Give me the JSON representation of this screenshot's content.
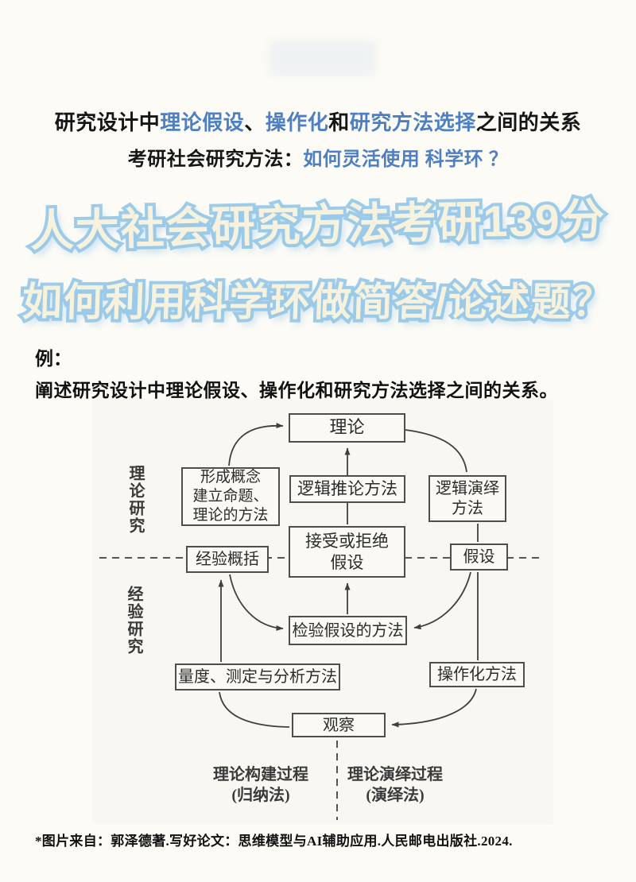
{
  "colors": {
    "accent_blue": "#4d7fc2",
    "title_fill": "#f7f2de",
    "title_outline": "#9ecce9",
    "diagram_line": "#3f3f3f",
    "background": "#fcfbf6"
  },
  "header": {
    "line1": {
      "segments": [
        {
          "text": "研究设计中"
        },
        {
          "text": "理论假设"
        },
        {
          "text": "、"
        },
        {
          "text": "操作化"
        },
        {
          "text": "和"
        },
        {
          "text": "研究方法选择"
        },
        {
          "text": "之间的关系"
        }
      ]
    },
    "line2": {
      "segments": [
        {
          "text": "考研社会研究方法："
        },
        {
          "text": "如何灵活使用 科学环 ？"
        }
      ]
    }
  },
  "titles": {
    "title1": "人大社会研究方法考研139分",
    "title2": "如何利用科学环做简答/论述题？"
  },
  "example": {
    "label": "例：",
    "question": "阐述研究设计中理论假设、操作化和研究方法选择之间的关系。"
  },
  "diagram": {
    "side_labels": {
      "theory_research": "理论研究",
      "empirical_research": "经验研究"
    },
    "boxes": {
      "theory": "理论",
      "concept_method_lines": [
        "形成概念",
        "建立命题、",
        "理论的方法"
      ],
      "logic_inference": "逻辑推论方法",
      "logic_deduction_lines": [
        "逻辑演绎",
        "方法"
      ],
      "empirical_generalization": "经验概括",
      "accept_reject_lines": [
        "接受或拒绝",
        "假设"
      ],
      "hypothesis": "假设",
      "hypothesis_testing": "检验假设的方法",
      "measurement": "量度、测定与分析方法",
      "operationalization": "操作化方法",
      "observation": "观察"
    },
    "process_labels": {
      "left_line1": "理论构建过程",
      "left_line2": "(归纳法)",
      "right_line1": "理论演绎过程",
      "right_line2": "(演绎法)"
    }
  },
  "footer": {
    "source": "*图片来自：郭泽德著.写好论文：思维模型与AI辅助应用.人民邮电出版社.2024."
  }
}
